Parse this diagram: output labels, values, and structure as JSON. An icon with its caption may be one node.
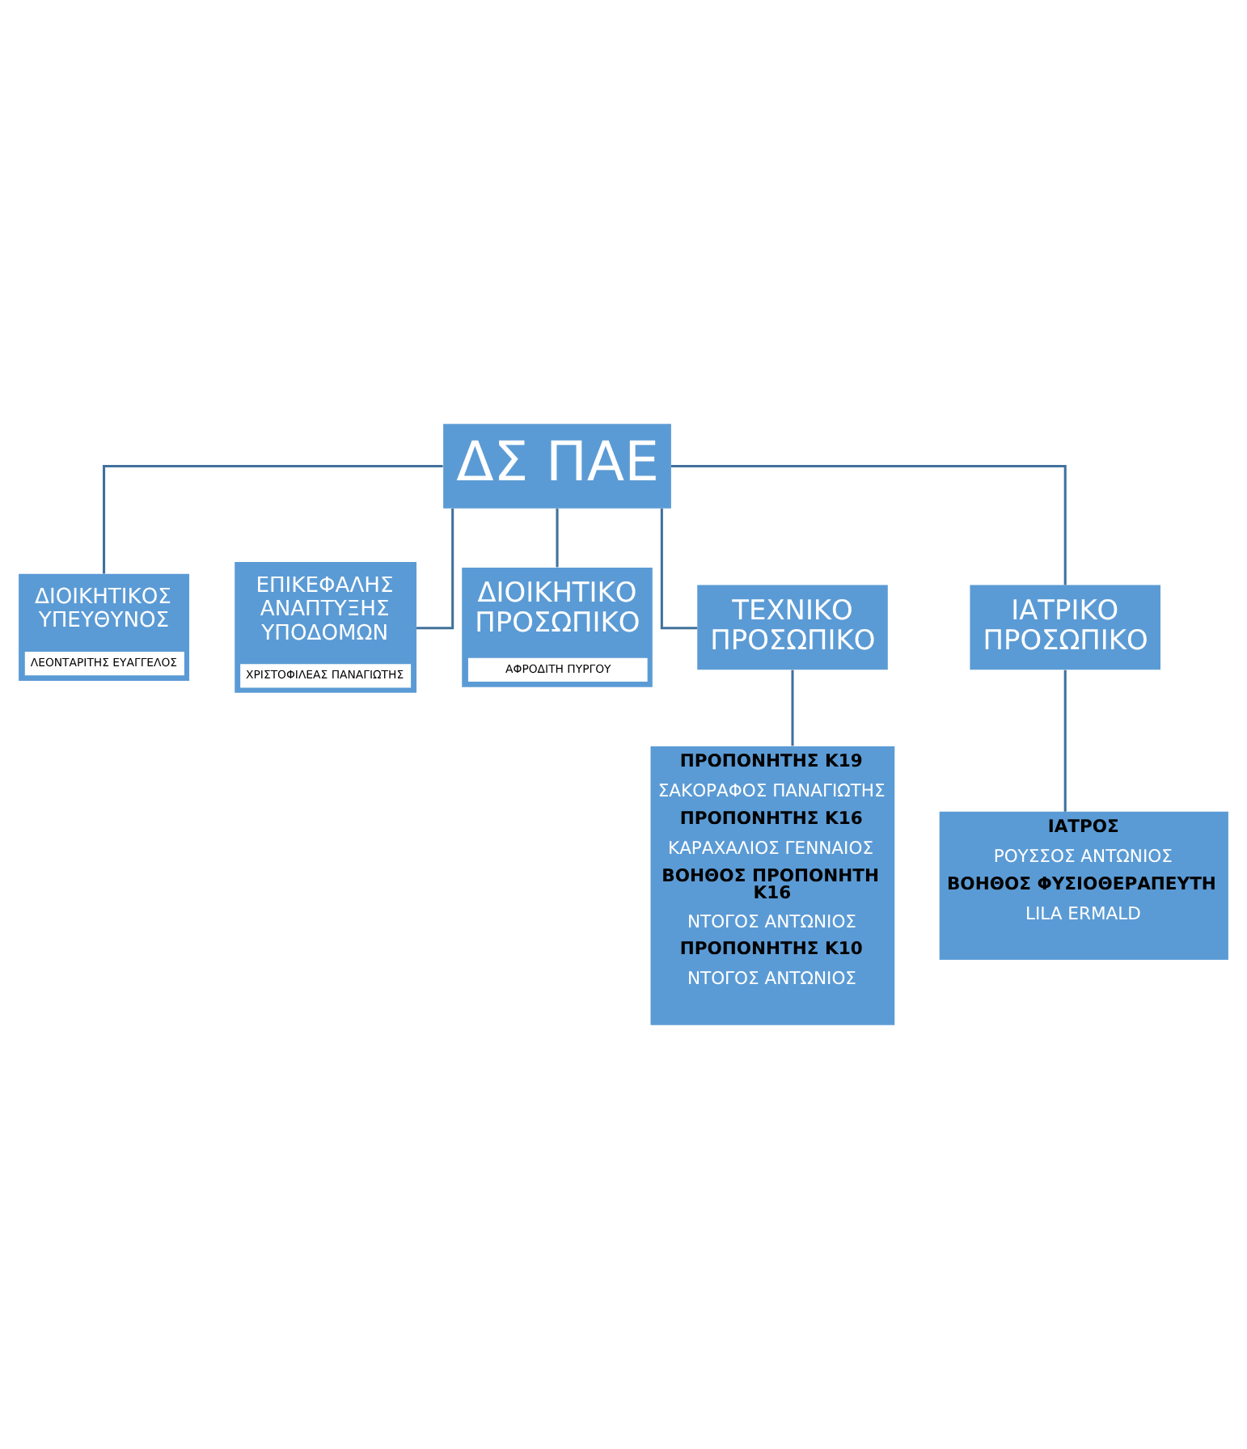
{
  "diagram": {
    "nodes": [
      {
        "text": [
          "ΔΣ ΠΑΕ"
        ]
      },
      {
        "text": [
          "ΔΙΟΙΚΗΤΙΚΟΣ ΥΠΕΥΘΥΝΟΣ",
          "ΛΕΟΝΤΑΡΙΤΗΣ ΕΥΑΓΓΕΛΟΣ"
        ]
      },
      {
        "text": [
          "ΕΠΙΚΕΦΑΛΗΣ ΑΝΑΠΤΥΞΗΣ ΥΠΟΔΟΜΩΝ",
          "ΧΡΙΣΤΟΦΙΛΕΑΣ ΠΑΝΑΓΙΩΤΗΣ"
        ]
      },
      {
        "text": [
          "ΔΙΟΙΚΗΤΙΚΟ ΠΡΟΣΩΠΙΚΟ",
          "ΑΦΡΟΔΙΤΗ ΠΥΡΓΟΥ"
        ]
      },
      {
        "text": [
          "ΤΕΧΝΙΚΟ ΠΡΟΣΩΠΙΚΟ"
        ]
      },
      {
        "text": [
          "ΙΑΤΡΙΚΟ ΠΡΟΣΩΠΙΚΟ"
        ]
      },
      {
        "text": [
          "ΠΡΟΠΟΝΗΤΗΣ Κ19",
          "ΣΑΚΟΡΑΦΟΣ ΠΑΝΑΓΙΩΤΗΣ",
          "ΠΡΟΠΟΝΗΤΗΣ Κ16",
          "ΚΑΡΑΧΑΛΙΟΣ ΓΕΝΝΑΙΟΣ",
          "ΒΟΗΘΟΣ ΠΡΟΠΟΝΗΤΗ Κ16",
          "ΝΤΟΓΟΣ ΑΝΤΩΝΙΟΣ",
          "ΠΡΟΠΟΝΗΤΗΣ Κ10",
          "ΝΤΟΓΟΣ ΑΝΤΩΝΙΟΣ"
        ]
      },
      {
        "text": [
          "ΙΑΤΡΟΣ",
          "ΡΟΥΣΣΟΣ ΑΝΤΩΝΙΟΣ",
          "ΒΟΗΘΟΣ ΦΥΣΙΟΘΕΡΑΠΕΥΤΗ",
          "LILA ERMALD"
        ]
      }
    ],
    "edges": [
      {
        "from": 0,
        "to": 1,
        "arrow": "none"
      },
      {
        "from": 0,
        "to": 2,
        "arrow": "none"
      },
      {
        "from": 0,
        "to": 3,
        "arrow": "none"
      },
      {
        "from": 0,
        "to": 4,
        "arrow": "none"
      },
      {
        "from": 0,
        "to": 5,
        "arrow": "none"
      },
      {
        "from": 4,
        "to": 6,
        "arrow": "none"
      },
      {
        "from": 5,
        "to": 7,
        "arrow": "none"
      }
    ]
  }
}
